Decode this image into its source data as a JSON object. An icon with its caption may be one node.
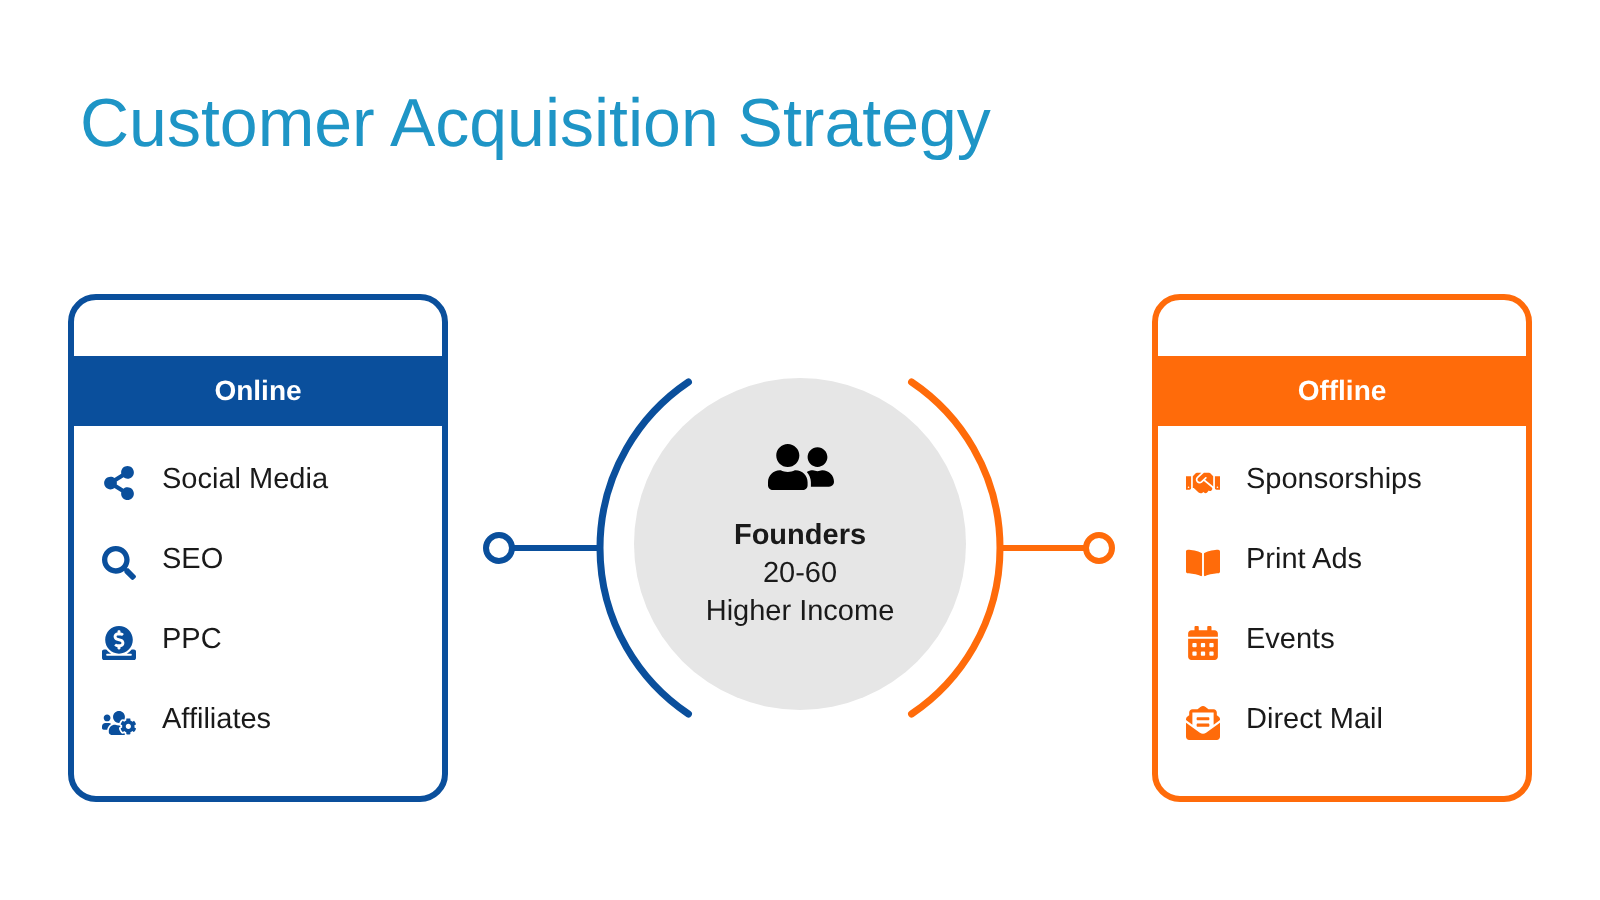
{
  "diagram": {
    "title": "Customer Acquisition Strategy",
    "nodes": [
      {
        "text": [
          "Online",
          "Social Media",
          "SEO",
          "PPC",
          "Affiliates"
        ]
      },
      {
        "text": [
          "Founders",
          "20-60",
          "Higher Income"
        ]
      },
      {
        "text": [
          "Offline",
          "Sponsorships",
          "Print Ads",
          "Events",
          "Direct Mail"
        ]
      }
    ],
    "edges": [
      {
        "from": 1,
        "to": 0,
        "arrow": "other",
        "color": "#0a4f9c"
      },
      {
        "from": 1,
        "to": 2,
        "arrow": "other",
        "color": "#ff6b0a"
      }
    ]
  }
}
